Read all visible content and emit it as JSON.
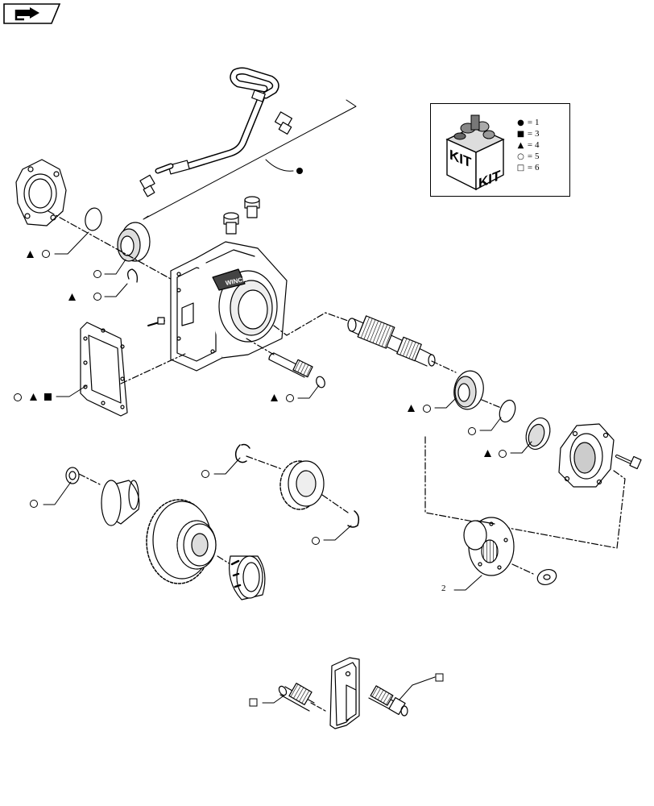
{
  "legend": {
    "rows": [
      {
        "symbol": "●",
        "symbol_name": "filled-circle",
        "eq": "=",
        "number": "1"
      },
      {
        "symbol": "■",
        "symbol_name": "filled-square",
        "eq": "=",
        "number": "3"
      },
      {
        "symbol": "▲",
        "symbol_name": "filled-triangle",
        "eq": "=",
        "number": "4"
      },
      {
        "symbol": "○",
        "symbol_name": "open-circle",
        "eq": "=",
        "number": "5"
      },
      {
        "symbol": "□",
        "symbol_name": "open-square",
        "eq": "=",
        "number": "6"
      }
    ],
    "box_words": [
      "KIT",
      "KIT"
    ]
  },
  "housing_brand": "WINCH",
  "part_number_label": "2",
  "icons": {
    "nav": "return-arrow-icon"
  },
  "colors": {
    "line": "#000000",
    "background": "#ffffff"
  }
}
